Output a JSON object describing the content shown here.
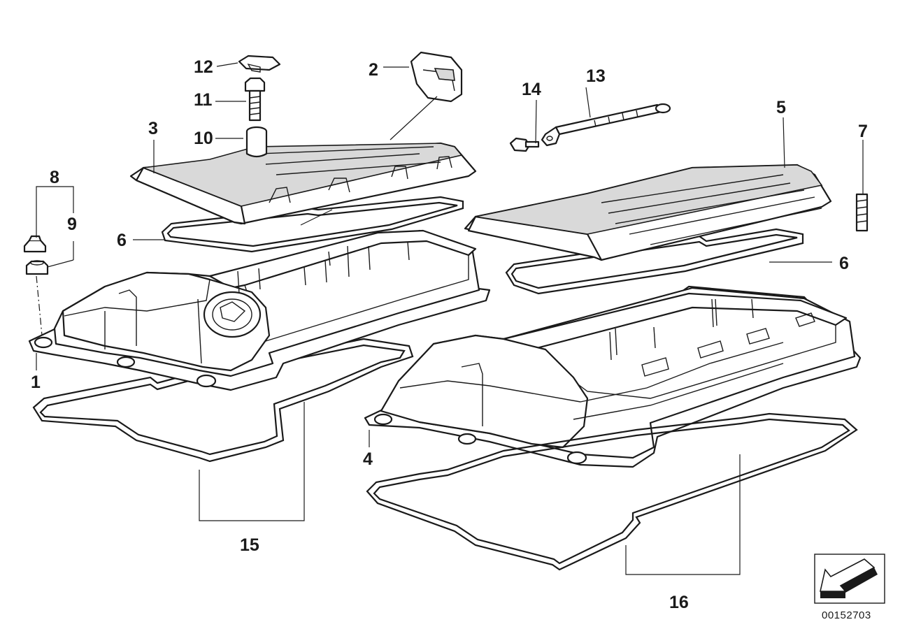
{
  "callouts": [
    {
      "id": "1",
      "text": "1"
    },
    {
      "id": "2",
      "text": "2"
    },
    {
      "id": "3",
      "text": "3"
    },
    {
      "id": "4",
      "text": "4"
    },
    {
      "id": "5",
      "text": "5"
    },
    {
      "id": "6a",
      "text": "6"
    },
    {
      "id": "6b",
      "text": "6"
    },
    {
      "id": "7",
      "text": "7"
    },
    {
      "id": "8",
      "text": "8"
    },
    {
      "id": "9",
      "text": "9"
    },
    {
      "id": "10",
      "text": "10"
    },
    {
      "id": "11",
      "text": "11"
    },
    {
      "id": "12",
      "text": "12"
    },
    {
      "id": "13",
      "text": "13"
    },
    {
      "id": "14",
      "text": "14"
    },
    {
      "id": "15",
      "text": "15"
    },
    {
      "id": "16",
      "text": "16"
    }
  ],
  "document_id": "00152703",
  "colors": {
    "line": "#1a1a1a",
    "background": "#ffffff",
    "shade": "#d9d9d9"
  }
}
